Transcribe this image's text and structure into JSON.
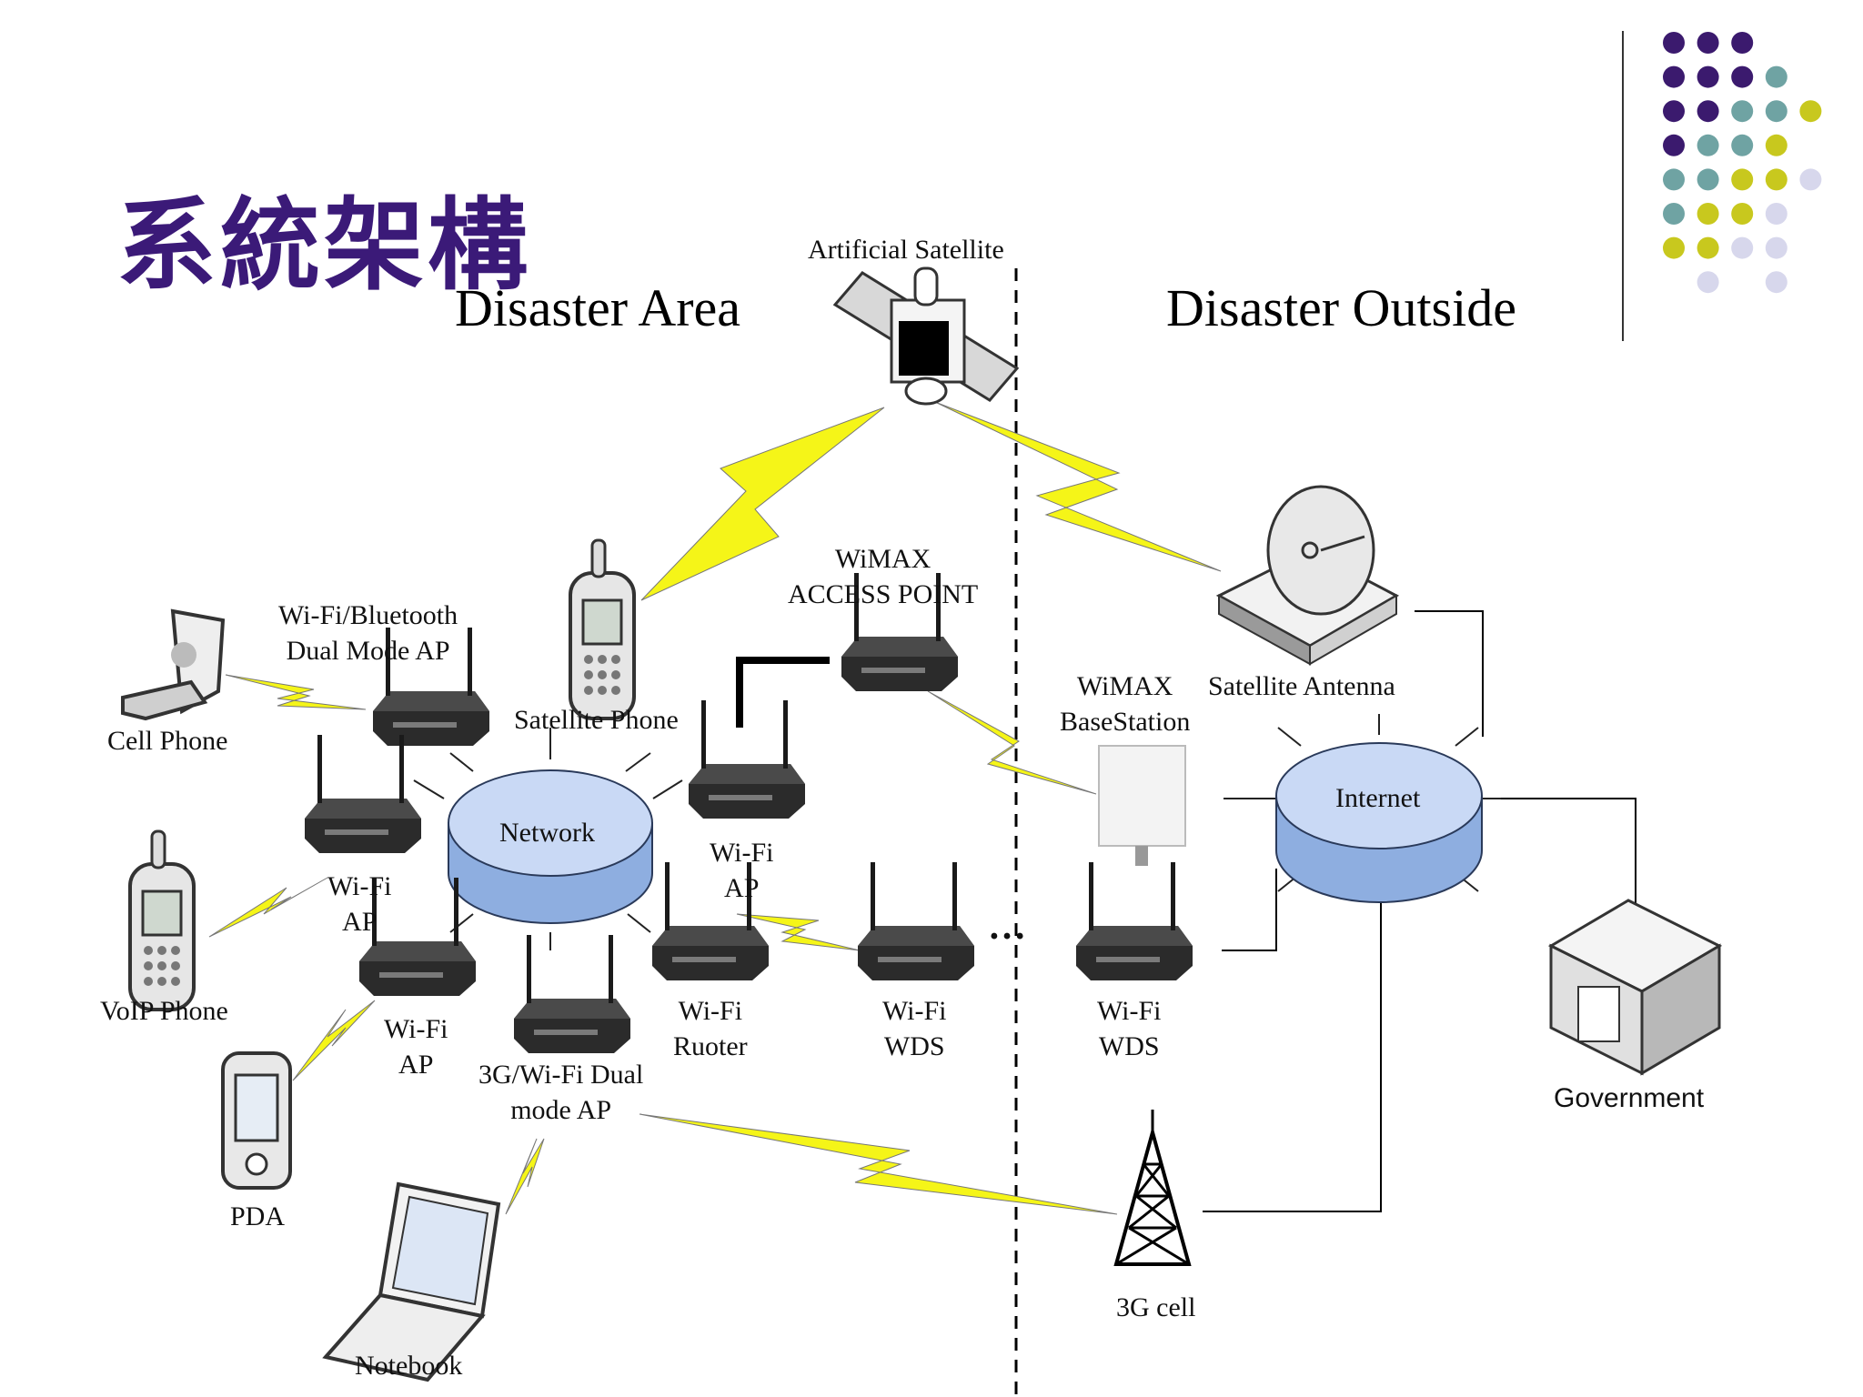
{
  "slide": {
    "title": "系統架構"
  },
  "regions": {
    "left": "Disaster Area",
    "right": "Disaster Outside"
  },
  "devices": {
    "satellite": "Artificial  Satellite",
    "satellite_phone": "Satellite  Phone",
    "wimax_ap": [
      "WiMAX",
      "ACCESS POINT"
    ],
    "wimax_bs": [
      "WiMAX",
      "BaseStation"
    ],
    "satellite_antenna": "Satellite Antenna",
    "cell_phone": "Cell Phone",
    "wifi_bt_ap": [
      "Wi-Fi/Bluetooth",
      "Dual Mode AP"
    ],
    "network": "Network",
    "internet": "Internet",
    "wifi_ap_left": [
      "Wi-Fi",
      "AP"
    ],
    "wifi_ap_center": [
      "Wi-Fi",
      "AP"
    ],
    "wifi_ap_lower": [
      "Wi-Fi",
      "AP"
    ],
    "voip_phone": "VoIP Phone",
    "wifi_router": [
      "Wi-Fi",
      "Ruoter"
    ],
    "wifi_wds_left": [
      "Wi-Fi",
      "WDS"
    ],
    "wifi_wds_right": [
      "Wi-Fi",
      "WDS"
    ],
    "dual_mode_ap": [
      "3G/Wi-Fi Dual",
      "mode AP"
    ],
    "pda": "PDA",
    "notebook": "Notebook",
    "cell_tower": "3G cell",
    "government": "Government",
    "ellipsis": "…"
  },
  "colors": {
    "title": "#3b1a78",
    "lightning": "#f5f518",
    "disk_top": "#c9d9f5",
    "disk_side": "#8eaee0",
    "dot_purple": "#3b1a6e",
    "dot_teal": "#6fa3a3",
    "dot_olive": "#c8c81e",
    "dot_lavender": "#d7d7ec"
  },
  "decor": {
    "dot_grid": [
      [
        "purple",
        "purple",
        "purple",
        "",
        "",
        ""
      ],
      [
        "purple",
        "purple",
        "purple",
        "teal",
        "",
        ""
      ],
      [
        "purple",
        "purple",
        "teal",
        "teal",
        "olive",
        ""
      ],
      [
        "purple",
        "teal",
        "teal",
        "olive",
        "",
        ""
      ],
      [
        "teal",
        "teal",
        "olive",
        "olive",
        "lavender",
        ""
      ],
      [
        "teal",
        "olive",
        "olive",
        "lavender",
        "",
        ""
      ],
      [
        "olive",
        "olive",
        "lavender",
        "lavender",
        "",
        ""
      ],
      [
        "",
        "lavender",
        "",
        "lavender",
        "",
        ""
      ]
    ]
  }
}
